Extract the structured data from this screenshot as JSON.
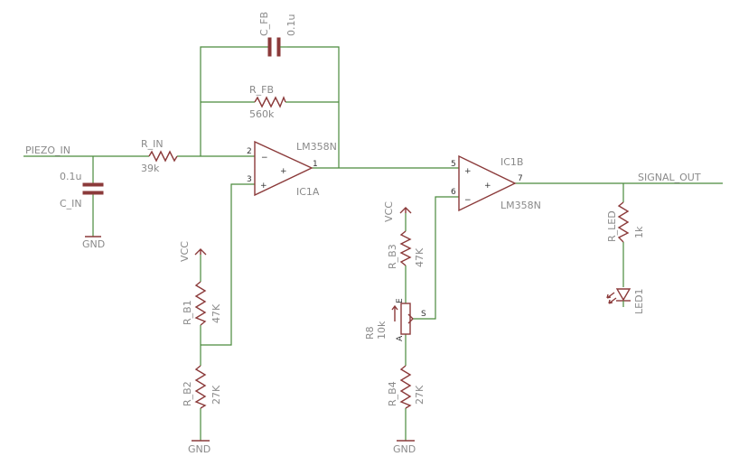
{
  "nets": {
    "input": "PIEZO_IN",
    "output": "SIGNAL_OUT",
    "gnd": "GND",
    "vcc": "VCC"
  },
  "components": {
    "r_in": {
      "name": "R_IN",
      "value": "39k"
    },
    "c_in": {
      "name": "C_IN",
      "value": "0.1u"
    },
    "r_fb": {
      "name": "R_FB",
      "value": "560k"
    },
    "c_fb": {
      "name": "C_FB",
      "value": "0.1u"
    },
    "ic1a": {
      "name": "IC1A",
      "part": "LM358N",
      "pins": {
        "inv": "2",
        "noninv": "3",
        "out": "1"
      }
    },
    "ic1b": {
      "name": "IC1B",
      "part": "LM358N",
      "pins": {
        "noninv": "5",
        "inv": "6",
        "out": "7"
      }
    },
    "r_b1": {
      "name": "R_B1",
      "value": "47K"
    },
    "r_b2": {
      "name": "R_B2",
      "value": "27K"
    },
    "r_b3": {
      "name": "R_B3",
      "value": "47K"
    },
    "r_b4": {
      "name": "R_B4",
      "value": "27K"
    },
    "r8": {
      "name": "R8",
      "value": "10k",
      "pins": {
        "e": "E",
        "a": "A",
        "s": "S"
      }
    },
    "r_led": {
      "name": "R_LED",
      "value": "1k"
    },
    "led1": {
      "name": "LED1"
    }
  },
  "opamp_signs": {
    "plus": "+",
    "minus": "−"
  }
}
